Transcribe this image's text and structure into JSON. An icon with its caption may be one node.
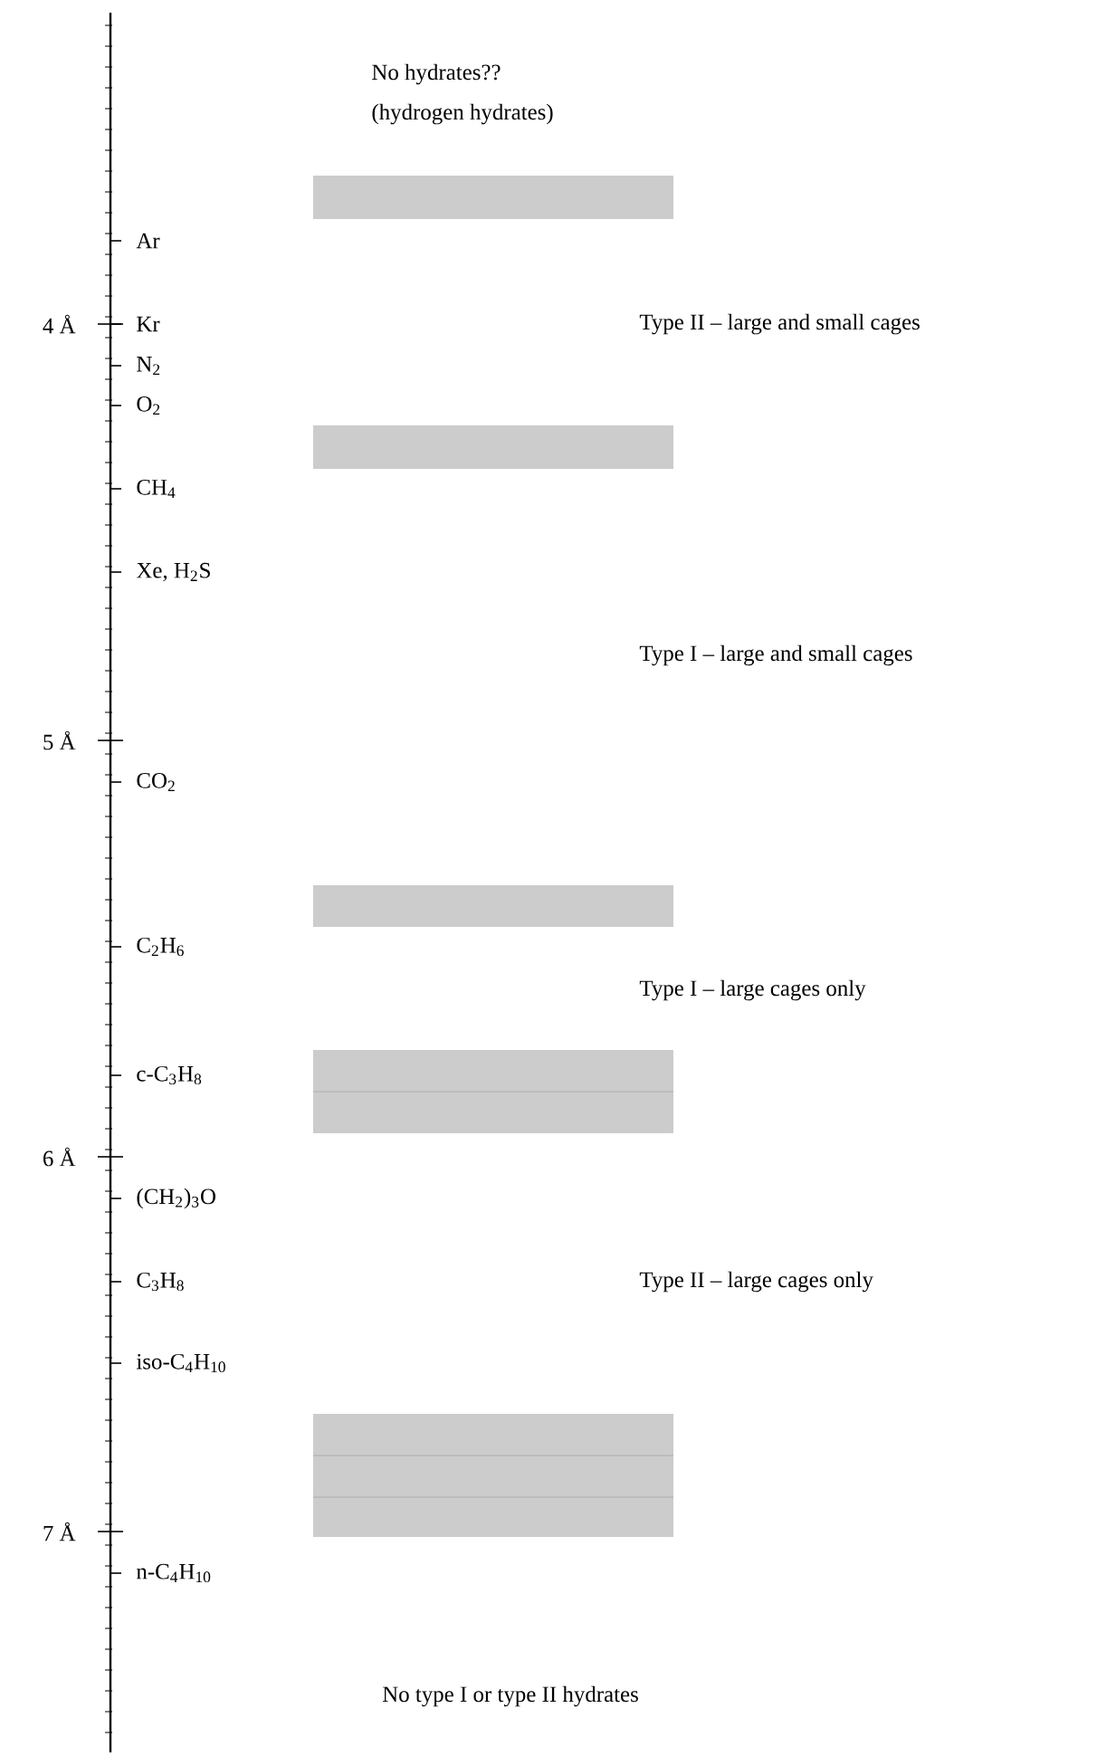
{
  "diagram": {
    "labels": [
      "No hydrates??",
      "(hydrogen hydrates)",
      "Ar",
      "4 Å",
      "Kr",
      "Type II – large and small cages",
      "N$_{2}$",
      "O$_{2}$",
      "CH$_{4}$",
      "Xe, H$_{2}$S",
      "Type I – large and small cages",
      "5 Å",
      "CO$_{2}$",
      "C$_{2}$H$_{6}$",
      "Type I – large cages only",
      "c-C$_{3}$H$_{8}$",
      "6 Å",
      "(CH$_{2}$)$_{3}$O",
      "C$_{3}$H$_{8}$",
      "Type II – large cages only",
      "iso-C$_{4}$H$_{10}$",
      "7 Å",
      "n-C$_{4}$H$_{10}$",
      "No type I or type II hydrates"
    ]
  }
}
